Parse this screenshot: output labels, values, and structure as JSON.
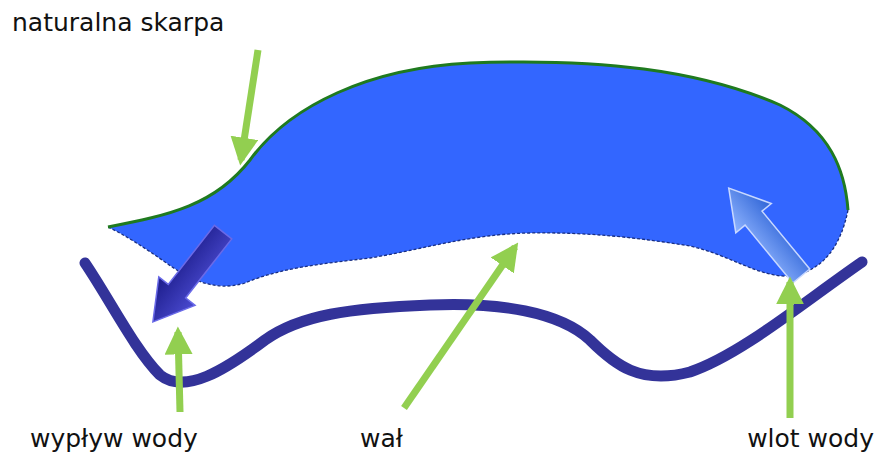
{
  "diagram": {
    "labels": [
      "naturalna skarpa",
      "wypływ wody",
      "wał",
      "wlot wody"
    ]
  }
}
